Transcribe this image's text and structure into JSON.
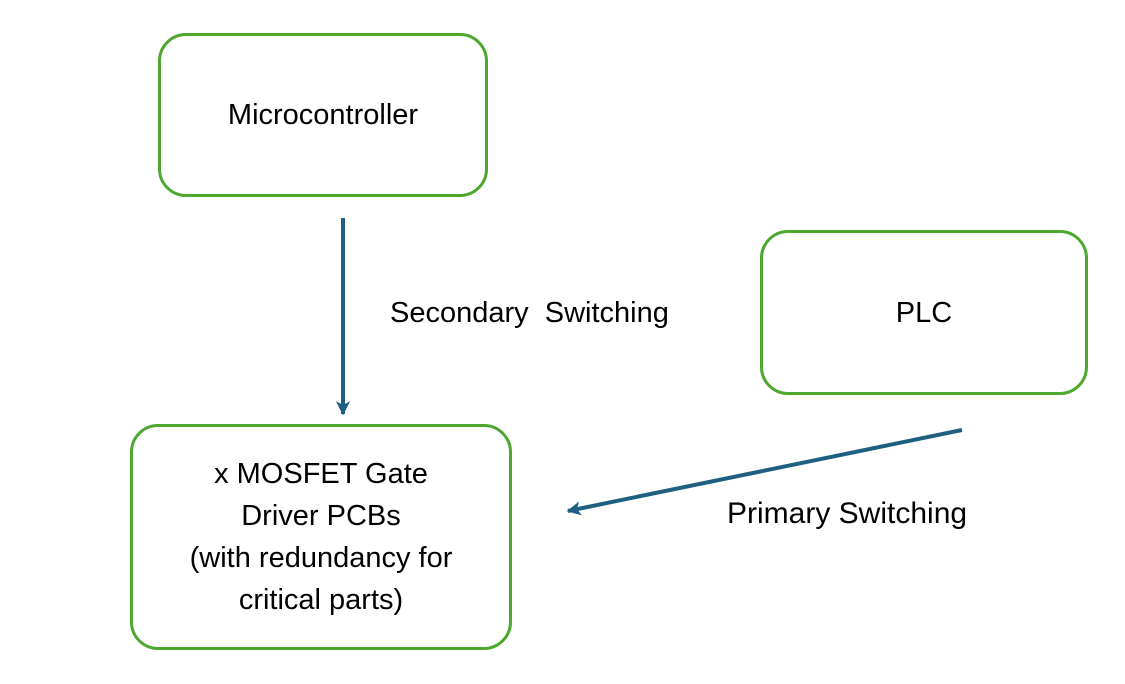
{
  "diagram": {
    "colors": {
      "node_border": "#4EA72E",
      "node_fill": "#FFFFFF",
      "arrow": "#1F6082",
      "text": "#000000",
      "background": "#FFFFFF"
    },
    "nodes": [
      {
        "id": "microcontroller",
        "label": "Microcontroller"
      },
      {
        "id": "plc",
        "label": "PLC"
      },
      {
        "id": "mosfet-gate-driver",
        "lines": [
          "x MOSFET Gate",
          "Driver PCBs",
          "(with redundancy for",
          "critical parts)"
        ]
      }
    ],
    "edges": [
      {
        "id": "secondary-switching",
        "from": "microcontroller",
        "to": "mosfet-gate-driver",
        "label": "Secondary  Switching",
        "direction": "down"
      },
      {
        "id": "primary-switching",
        "from": "plc",
        "to": "mosfet-gate-driver",
        "label": "Primary Switching",
        "direction": "diagonal-down-left"
      }
    ]
  }
}
